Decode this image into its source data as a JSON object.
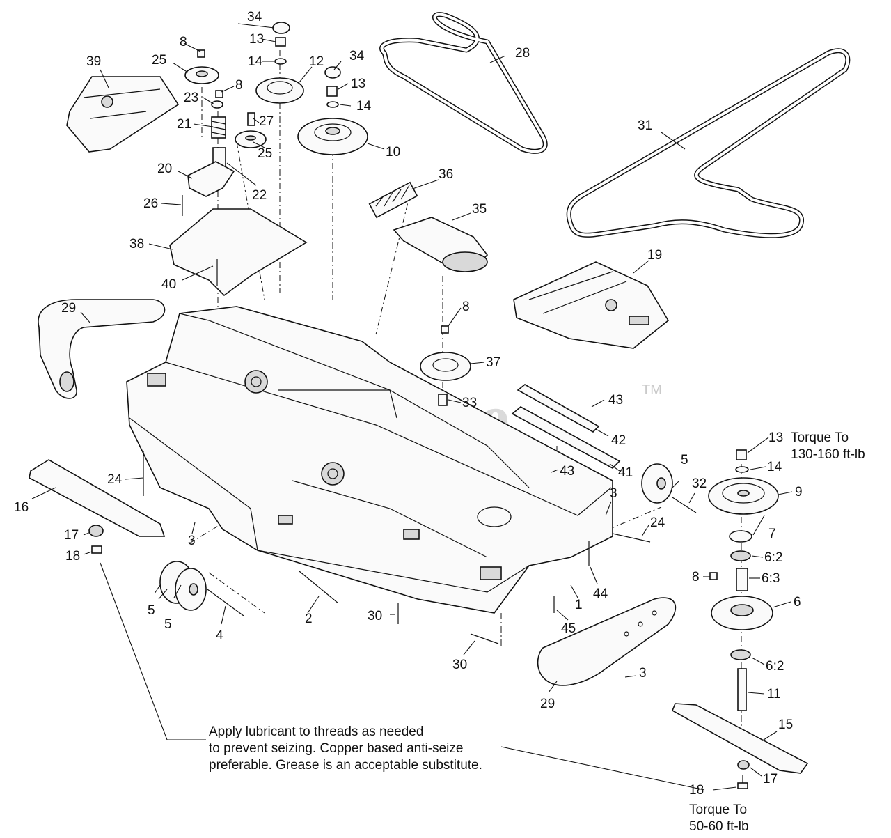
{
  "watermark": {
    "text": "PartsTree",
    "trademark": "TM"
  },
  "callouts": {
    "c1": "1",
    "c2": "2",
    "c3a": "3",
    "c3b": "3",
    "c3c": "3",
    "c4": "4",
    "c5a": "5",
    "c5b": "5",
    "c5c": "5",
    "c6": "6",
    "c6_2a": "6:2",
    "c6_3": "6:3",
    "c6_2b": "6:2",
    "c7": "7",
    "c8a": "8",
    "c8b": "8",
    "c8c": "8",
    "c8d": "8",
    "c9": "9",
    "c10": "10",
    "c11": "11",
    "c12": "12",
    "c13a": "13",
    "c13b": "13",
    "c13c": "13",
    "c14a": "14",
    "c14b": "14",
    "c14c": "14",
    "c15": "15",
    "c16": "16",
    "c17a": "17",
    "c17b": "17",
    "c18a": "18",
    "c18b": "18",
    "c19": "19",
    "c20": "20",
    "c21": "21",
    "c22": "22",
    "c23": "23",
    "c24a": "24",
    "c24b": "24",
    "c25a": "25",
    "c25b": "25",
    "c26": "26",
    "c27": "27",
    "c28": "28",
    "c29a": "29",
    "c29b": "29",
    "c30a": "30",
    "c30b": "30",
    "c31": "31",
    "c32": "32",
    "c33": "33",
    "c34a": "34",
    "c34b": "34",
    "c35": "35",
    "c36": "36",
    "c37": "37",
    "c38": "38",
    "c39": "39",
    "c40": "40",
    "c41": "41",
    "c42": "42",
    "c43a": "43",
    "c43b": "43",
    "c44": "44",
    "c45": "45"
  },
  "notes": {
    "torque_top_line1": "Torque To",
    "torque_top_line2": "130-160 ft-lb",
    "torque_bottom_line1": "Torque To",
    "torque_bottom_line2": "50-60 ft-lb",
    "lubricant_line1": "Apply lubricant to threads as needed",
    "lubricant_line2": "to prevent seizing. Copper based anti-seize",
    "lubricant_line3": "preferable. Grease is an acceptable substitute."
  }
}
